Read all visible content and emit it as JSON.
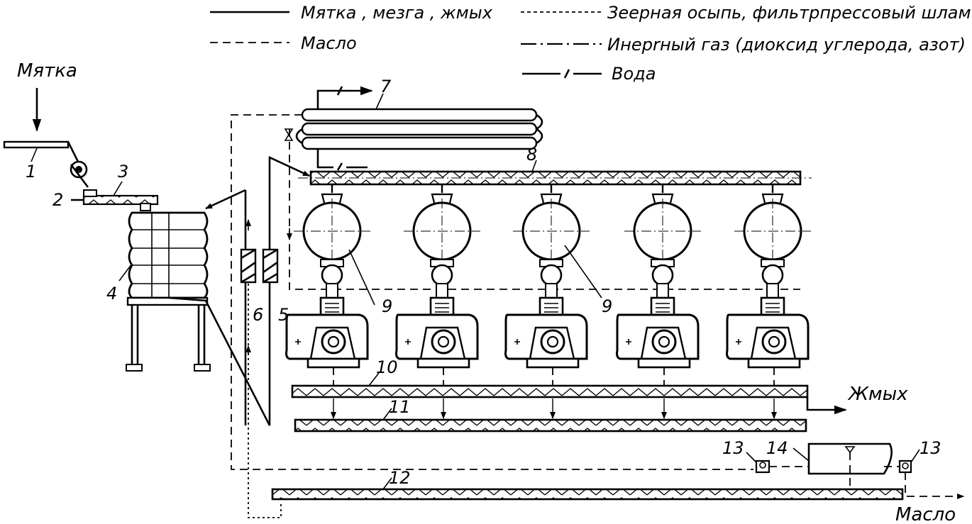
{
  "legend": {
    "meal": "Мятка , мезга , жмых",
    "oil": "Масло",
    "sediment": "Зеерная осыпь, фильтрпрессовый шлам",
    "gas": "Инерrный газ (диоксид углерода, азот)",
    "water": "Вода"
  },
  "flows": {
    "input": "Мятка",
    "cake": "Жмых",
    "oil": "Масло"
  },
  "callouts": {
    "n1": "1",
    "n2": "2",
    "n3": "3",
    "n4": "4",
    "n5": "5",
    "n6": "6",
    "n7": "7",
    "n8": "8",
    "n9": "9",
    "n10": "10",
    "n11": "11",
    "n12": "12",
    "n13": "13",
    "n14": "14"
  }
}
